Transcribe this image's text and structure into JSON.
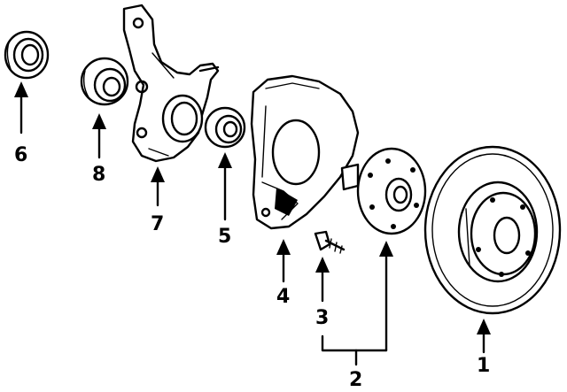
{
  "callouts": [
    {
      "part": "disc-rotor",
      "label": "1"
    },
    {
      "part": "hub-and-bolt",
      "label": "2"
    },
    {
      "part": "wheel-stud",
      "label": "3"
    },
    {
      "part": "splash-shield",
      "label": "4"
    },
    {
      "part": "inner-bearing",
      "label": "5"
    },
    {
      "part": "oil-seal",
      "label": "6"
    },
    {
      "part": "steering-knuckle",
      "label": "7"
    },
    {
      "part": "outer-bearing",
      "label": "8"
    }
  ],
  "colors": {
    "ink": "#000000",
    "paper": "#ffffff"
  }
}
